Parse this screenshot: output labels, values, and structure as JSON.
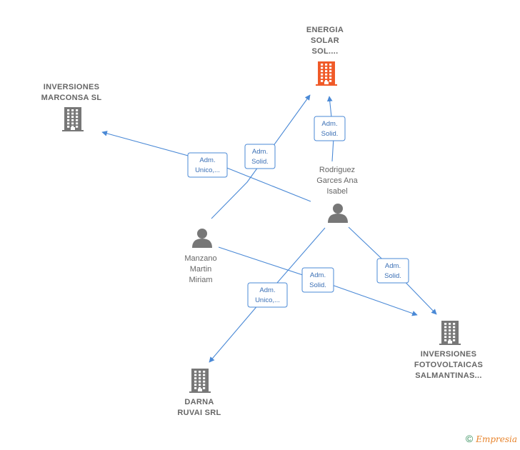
{
  "colors": {
    "edge": "#4a89d6",
    "company": "#777777",
    "company_highlight": "#f05a28",
    "person": "#777777"
  },
  "nodes": [
    {
      "id": "energia",
      "type": "company",
      "highlight": true,
      "icon": "building-icon",
      "label": [
        "ENERGIA",
        "SOLAR",
        "SOL...."
      ]
    },
    {
      "id": "marconsa",
      "type": "company",
      "highlight": false,
      "icon": "building-icon",
      "label": [
        "INVERSIONES",
        "MARCONSA  SL"
      ]
    },
    {
      "id": "rodriguez",
      "type": "person",
      "icon": "person-icon",
      "label": [
        "Rodriguez",
        "Garces Ana",
        "Isabel"
      ]
    },
    {
      "id": "manzano",
      "type": "person",
      "icon": "person-icon",
      "label": [
        "Manzano",
        "Martin",
        "Miriam"
      ]
    },
    {
      "id": "fotovoltaicas",
      "type": "company",
      "highlight": false,
      "icon": "building-icon",
      "label": [
        "INVERSIONES",
        "FOTOVOLTAICAS",
        "SALMANTINAS..."
      ]
    },
    {
      "id": "darna",
      "type": "company",
      "highlight": false,
      "icon": "building-icon",
      "label": [
        "DARNA",
        "RUVAI SRL"
      ]
    }
  ],
  "edges": [
    {
      "from": "rodriguez",
      "to": "energia",
      "label": [
        "Adm.",
        "Solid."
      ]
    },
    {
      "from": "manzano",
      "to": "energia",
      "label": [
        "Adm.",
        "Solid."
      ]
    },
    {
      "from": "rodriguez",
      "to": "marconsa",
      "label": [
        "Adm.",
        "Unico,..."
      ]
    },
    {
      "from": "manzano",
      "to": "fotovoltaicas",
      "label": [
        "Adm.",
        "Solid."
      ]
    },
    {
      "from": "rodriguez",
      "to": "fotovoltaicas",
      "label": [
        "Adm.",
        "Solid."
      ]
    },
    {
      "from": "rodriguez",
      "to": "darna",
      "label": [
        "Adm.",
        "Unico,..."
      ]
    }
  ],
  "footer": {
    "copyright_symbol": "©",
    "brand": "Empresia"
  }
}
